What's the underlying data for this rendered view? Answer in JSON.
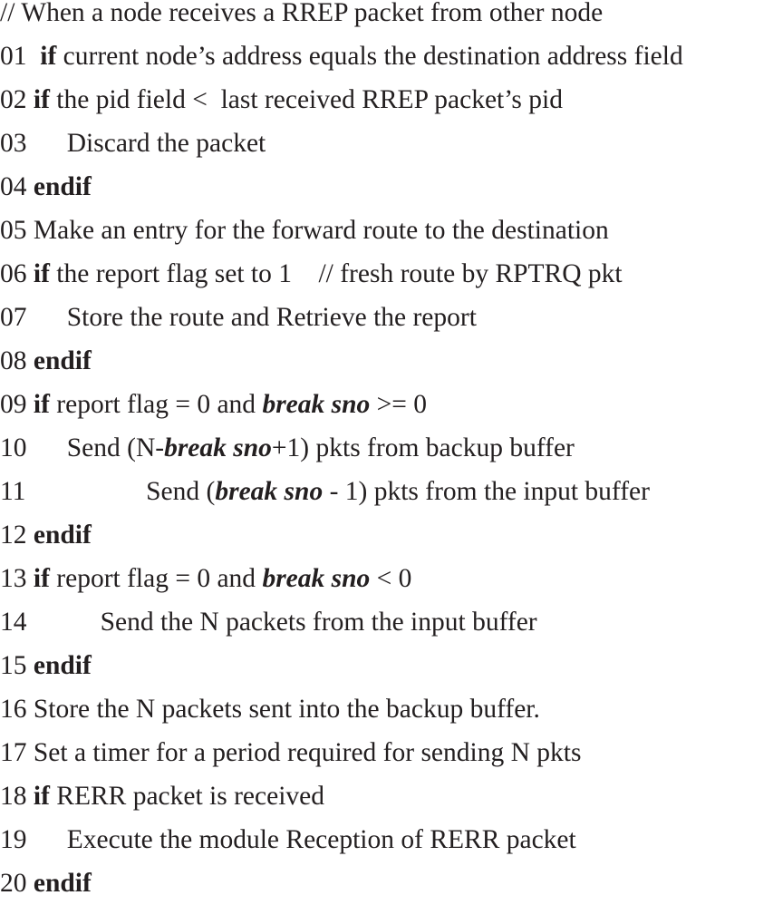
{
  "algorithm": {
    "comment": "// When a node receives a RREP packet from other node",
    "lines": [
      [
        "01  ",
        {
          "b": "if"
        },
        " current node’s address equals the destination address field"
      ],
      [
        "02 ",
        {
          "b": "if"
        },
        " the pid field <  last received RREP packet’s pid"
      ],
      [
        "03      Discard the packet"
      ],
      [
        "04 ",
        {
          "b": "endif"
        }
      ],
      [
        "05 Make an entry for the forward route to the destination"
      ],
      [
        "06 ",
        {
          "b": "if"
        },
        " the report flag set to 1    // fresh route by RPTRQ pkt"
      ],
      [
        "07      Store the route and Retrieve the report"
      ],
      [
        "08 ",
        {
          "b": "endif"
        }
      ],
      [
        "09 ",
        {
          "b": "if"
        },
        " report flag = 0 and ",
        {
          "bi": "break sno"
        },
        " >= 0"
      ],
      [
        "10      Send (N-",
        {
          "bi": "break sno"
        },
        "+1) pkts from backup buffer"
      ],
      [
        "11                  Send (",
        {
          "bi": "break sno"
        },
        " - 1) pkts from the input buffer"
      ],
      [
        "12 ",
        {
          "b": "endif"
        }
      ],
      [
        "13 ",
        {
          "b": "if"
        },
        " report flag = 0 and ",
        {
          "bi": "break sno"
        },
        " < 0"
      ],
      [
        "14           Send the N packets from the input buffer"
      ],
      [
        "15 ",
        {
          "b": "endif"
        }
      ],
      [
        "16 Store the N packets sent into the backup buffer."
      ],
      [
        "17 Set a timer for a period required for sending N pkts"
      ],
      [
        "18 ",
        {
          "b": "if"
        },
        " RERR packet is received"
      ],
      [
        "19      Execute the module Reception of RERR packet"
      ],
      [
        "20 ",
        {
          "b": "endif"
        }
      ]
    ]
  }
}
